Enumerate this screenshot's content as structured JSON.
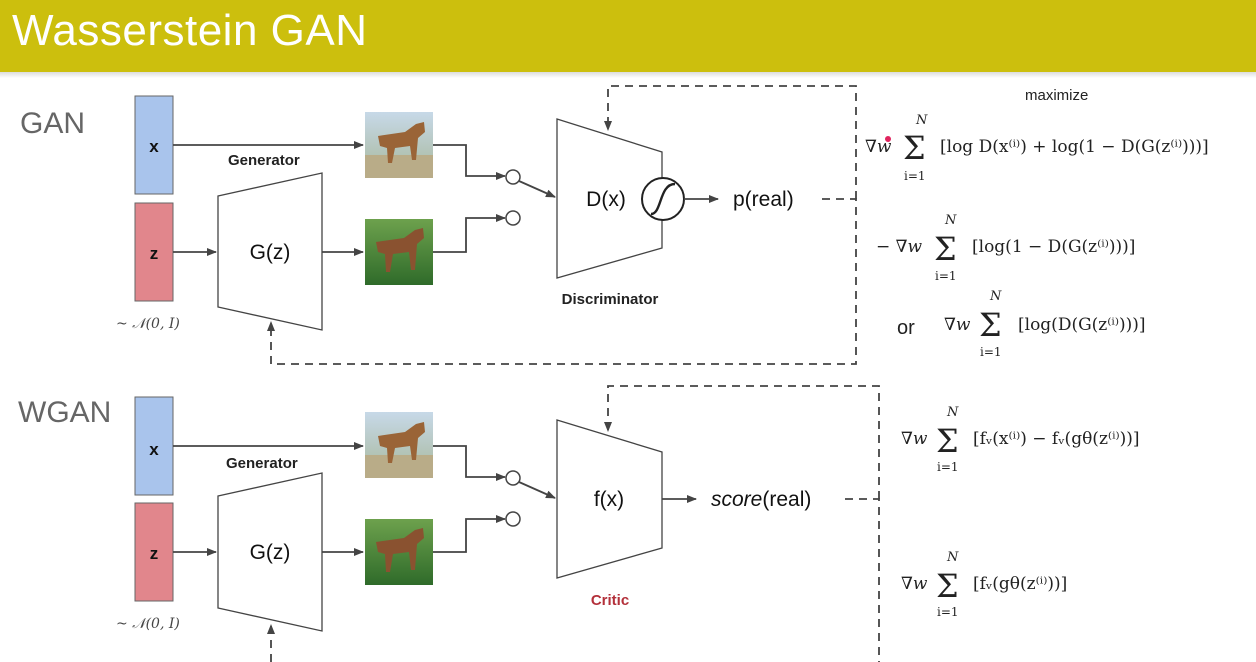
{
  "title": "Wasserstein GAN",
  "colors": {
    "accent": "#ccbf0d",
    "x_box": "#a9c4ec",
    "z_box": "#e1868c",
    "critic": "#b3303a",
    "dot": "#e0245e"
  },
  "gan": {
    "label": "GAN",
    "x": "x",
    "z": "z",
    "noise": "~ 𝒩(0, I)",
    "generator": "Generator",
    "g_func": "G(z)",
    "d_func": "D(x)",
    "output": "p(real)",
    "discriminator": "Discriminator",
    "maximize": "maximize",
    "eq1": {
      "grad": "∇w",
      "sum_top": "N",
      "sum_bottom": "i=1",
      "body": "[log D(x⁽ⁱ⁾) + log(1 − D(G(z⁽ⁱ⁾)))]"
    },
    "eq2": {
      "grad": "− ∇w",
      "sum_top": "N",
      "sum_bottom": "i=1",
      "body": "[log(1 − D(G(z⁽ⁱ⁾)))]"
    },
    "or": "or",
    "eq3": {
      "grad": "∇w",
      "sum_top": "N",
      "sum_bottom": "i=1",
      "body": "[log(D(G(z⁽ⁱ⁾)))]"
    }
  },
  "wgan": {
    "label": "WGAN",
    "x": "x",
    "z": "z",
    "noise": "~ 𝒩(0, I)",
    "generator": "Generator",
    "g_func": "G(z)",
    "f_func": "f(x)",
    "output_italic": "score",
    "output_rest": "(real)",
    "critic": "Critic",
    "eq1": {
      "grad": "∇w",
      "sum_top": "N",
      "sum_bottom": "i=1",
      "body": "[fᵥ(x⁽ⁱ⁾) − fᵥ(gθ(z⁽ⁱ⁾))]"
    },
    "eq2": {
      "grad": "∇w",
      "sum_top": "N",
      "sum_bottom": "i=1",
      "body": "[fᵥ(gθ(z⁽ⁱ⁾))]"
    }
  }
}
